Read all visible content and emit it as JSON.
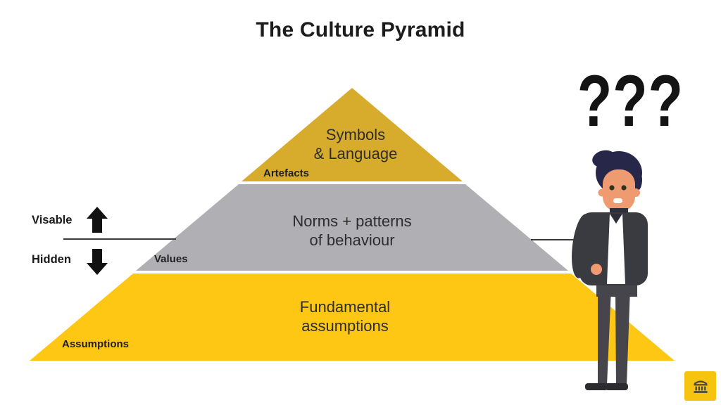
{
  "title": "The Culture Pyramid",
  "pyramid": {
    "tiers": [
      {
        "id": "artefacts-tier",
        "text_line1": "Symbols",
        "text_line2": "& Language",
        "tag": "Artefacts",
        "color": "#d7ab2b"
      },
      {
        "id": "values-tier",
        "text_line1": "Norms + patterns",
        "text_line2": "of behaviour",
        "tag": "Values",
        "color": "#b0b0b4"
      },
      {
        "id": "assumptions-tier",
        "text_line1": "Fundamental",
        "text_line2": "assumptions",
        "tag": "Assumptions",
        "color": "#fdc713"
      }
    ]
  },
  "visibility_labels": {
    "visible": "Visable",
    "hidden": "Hidden"
  },
  "annotation": {
    "question_marks": "???"
  },
  "colors": {
    "tier_top": "#d7ab2b",
    "tier_middle": "#b0b0b4",
    "tier_bottom": "#fdc713",
    "divider_line": "#3b3b3b",
    "arrow_black": "#111111",
    "button_yellow": "#f6c40e",
    "icon_dark": "#4a4a40",
    "skin": "#ef9b72",
    "hair": "#27274a",
    "jacket": "#3a3a41",
    "pants": "#45454b",
    "shoes": "#2b2b30"
  },
  "icons": {
    "corner_button": "museum-building-icon"
  }
}
